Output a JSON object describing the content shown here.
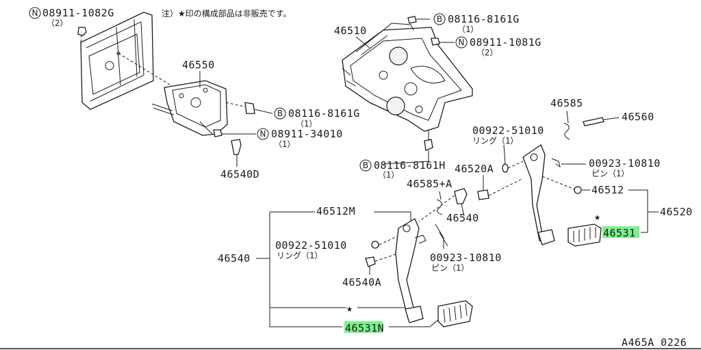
{
  "note": "注）★印の構成部品は非販売です。",
  "star": "★",
  "figure_id": "A465A 0226",
  "fasteners": {
    "n_top_left": {
      "prefix": "N",
      "number": "08911-1082G",
      "qty": "（2）"
    },
    "b_top_right": {
      "prefix": "B",
      "number": "08116-8161G",
      "qty": "（1）"
    },
    "n_top_right": {
      "prefix": "N",
      "number": "08911-1081G",
      "qty": "（2）"
    },
    "b_mid_left": {
      "prefix": "B",
      "number": "08116-8161G",
      "qty": "（1）"
    },
    "n_mid_left": {
      "prefix": "N",
      "number": "08911-34010",
      "qty": "（1）"
    },
    "b_center": {
      "prefix": "B",
      "number": "08116-8161H",
      "qty": "（1）"
    }
  },
  "parts": {
    "p46550": "46550",
    "p46510": "46510",
    "p46540D": "46540D",
    "p46585": "46585",
    "p46560": "46560",
    "ring_right": {
      "number": "00922-51010",
      "desc": "リング（1）"
    },
    "pin_right": {
      "number": "00923-10810",
      "desc": "ピン（1）"
    },
    "p46520A": "46520A",
    "p46585A": "46585+A",
    "p46512": "46512",
    "p46520": "46520",
    "p46531": "46531",
    "p46540_center": "46540",
    "p46512M": "46512M",
    "ring_left": {
      "number": "00922-51010",
      "desc": "リング（1）"
    },
    "pin_left": {
      "number": "00923-10810",
      "desc": "ピン（1）"
    },
    "p46540_left": "46540",
    "p46540A": "46540A",
    "p46531N": "46531N"
  }
}
